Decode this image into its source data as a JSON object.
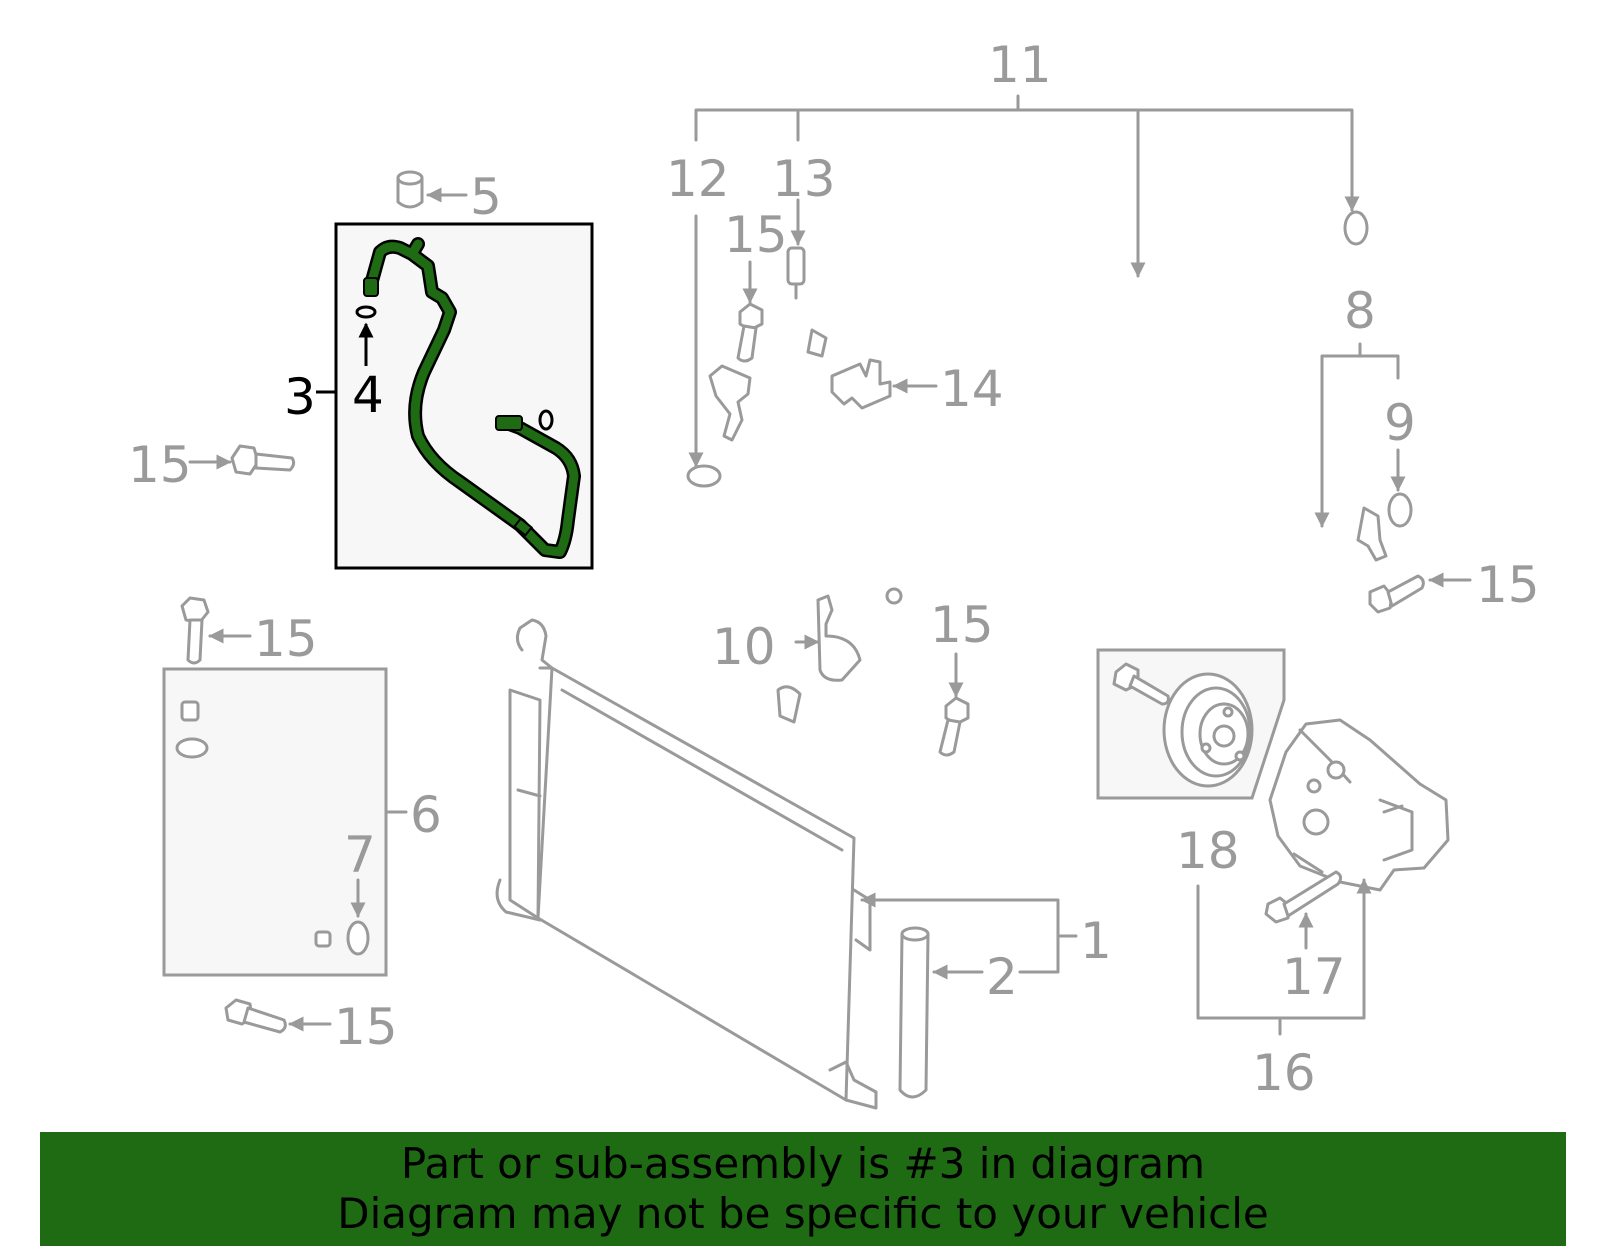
{
  "callouts": {
    "c1": "1",
    "c2": "2",
    "c3": "3",
    "c4": "4",
    "c5": "5",
    "c6": "6",
    "c7": "7",
    "c8": "8",
    "c9": "9",
    "c10": "10",
    "c11": "11",
    "c12": "12",
    "c13": "13",
    "c14": "14",
    "c15": "15",
    "c16": "16",
    "c17": "17",
    "c18": "18"
  },
  "banner": {
    "line1": "Part or sub-assembly is #3 in diagram",
    "line2": "Diagram may not be specific to your vehicle"
  },
  "colors": {
    "highlight": "#1e6b14",
    "line": "#9a9a9a",
    "banner": "#1e6b14"
  }
}
